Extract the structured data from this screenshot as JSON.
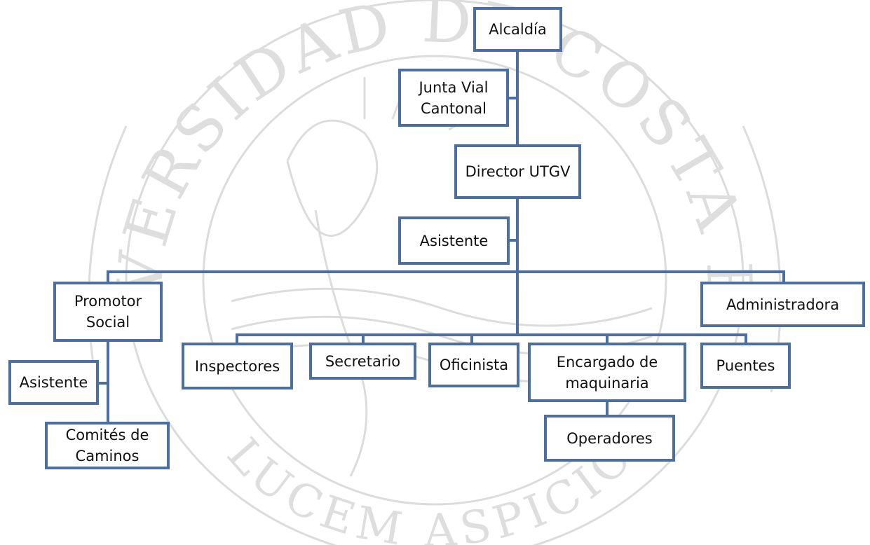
{
  "watermark": {
    "top_arc_text": "UNIVERSIDAD DE COSTA RICA",
    "bottom_arc_text": "LUCEM ASPICIO"
  },
  "colors": {
    "line": "#4a6fa0",
    "border": "#4a6fa0",
    "text": "#111111",
    "watermark": "#d9d9d9"
  },
  "nodes": {
    "alcaldia": "Alcaldía",
    "junta_vial": "Junta Vial\nCantonal",
    "director": "Director UTGV",
    "asistente_director": "Asistente",
    "promotor": "Promotor\nSocial",
    "administradora": "Administradora",
    "inspectores": "Inspectores",
    "secretario": "Secretario",
    "oficinista": "Oficinista",
    "encargado": "Encargado de\nmaquinaria",
    "puentes": "Puentes",
    "asistente_promotor": "Asistente",
    "comites": "Comités de\nCaminos",
    "operadores": "Operadores"
  }
}
